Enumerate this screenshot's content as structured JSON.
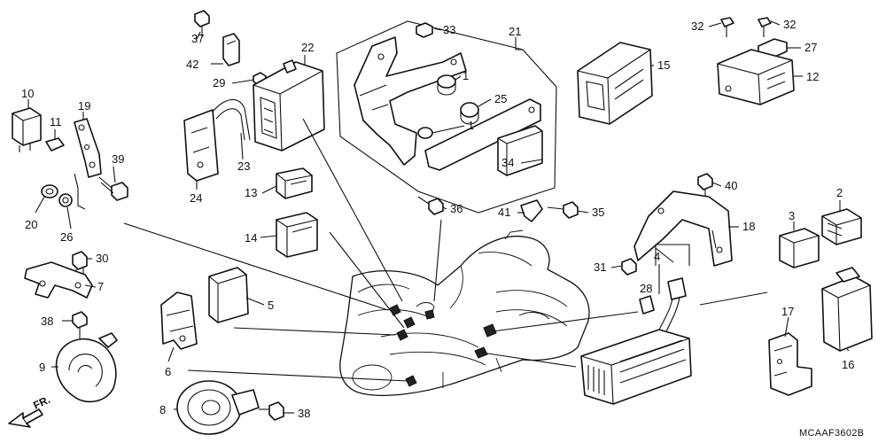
{
  "labels": {
    "p1a": "1",
    "p1b": "1",
    "p2": "2",
    "p3": "3",
    "p4": "4",
    "p5": "5",
    "p6": "6",
    "p7": "7",
    "p8": "8",
    "p9": "9",
    "p10": "10",
    "p11": "11",
    "p12": "12",
    "p13": "13",
    "p14": "14",
    "p15": "15",
    "p16": "16",
    "p17": "17",
    "p18": "18",
    "p19": "19",
    "p20": "20",
    "p21": "21",
    "p22": "22",
    "p23": "23",
    "p24": "24",
    "p25": "25",
    "p26": "26",
    "p27": "27",
    "p28": "28",
    "p29": "29",
    "p30": "30",
    "p31": "31",
    "p32a": "32",
    "p32b": "32",
    "p33": "33",
    "p34": "34",
    "p35": "35",
    "p36": "36",
    "p37": "37",
    "p38a": "38",
    "p38b": "38",
    "p39": "39",
    "p40": "40",
    "p41": "41",
    "p42": "42"
  },
  "front_marker": "FR.",
  "diagram_code": "MCAAF3602B"
}
